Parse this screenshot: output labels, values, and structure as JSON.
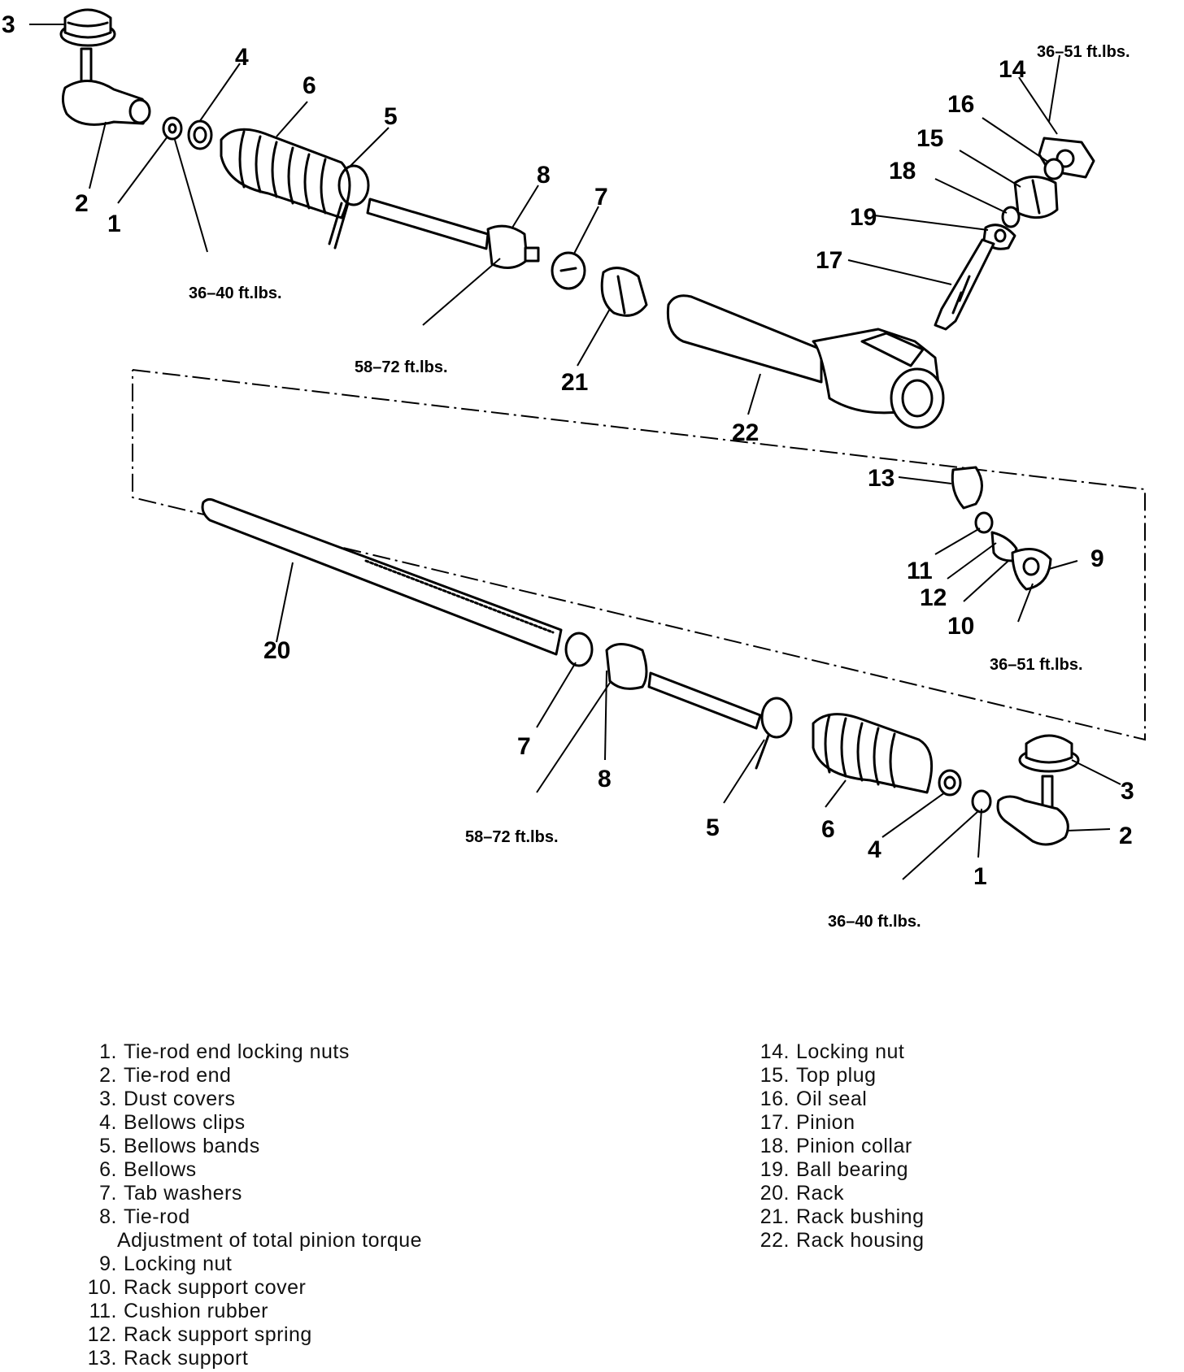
{
  "callouts": {
    "top_3": "3",
    "top_2": "2",
    "top_1": "1",
    "top_4": "4",
    "top_6": "6",
    "top_5": "5",
    "top_8": "8",
    "top_7": "7",
    "top_21": "21",
    "top_22": "22",
    "top_14": "14",
    "top_16": "16",
    "top_15": "15",
    "top_18": "18",
    "top_19": "19",
    "top_17": "17",
    "top_13": "13",
    "top_11": "11",
    "top_12": "12",
    "top_10": "10",
    "top_9": "9",
    "bot_20": "20",
    "bot_7": "7",
    "bot_8": "8",
    "bot_5": "5",
    "bot_6": "6",
    "bot_4": "4",
    "bot_1": "1",
    "bot_3": "3",
    "bot_2": "2"
  },
  "torque_specs": {
    "top_tierod_nut": "36–40 ft.lbs.",
    "top_tierod": "58–72 ft.lbs.",
    "pinion_locking_nut": "36–51 ft.lbs.",
    "rack_support_nut": "36–51 ft.lbs.",
    "bottom_tierod": "58–72 ft.lbs.",
    "bottom_tierod_nut": "36–40 ft.lbs."
  },
  "legend": {
    "left": [
      {
        "num": "1.",
        "label": "Tie-rod end locking nuts"
      },
      {
        "num": "2.",
        "label": "Tie-rod end"
      },
      {
        "num": "3.",
        "label": "Dust covers"
      },
      {
        "num": "4.",
        "label": "Bellows clips"
      },
      {
        "num": "5.",
        "label": "Bellows bands"
      },
      {
        "num": "6.",
        "label": "Bellows"
      },
      {
        "num": "7.",
        "label": "Tab washers"
      },
      {
        "num": "8.",
        "label": "Tie-rod"
      }
    ],
    "left_extra": "Adjustment of total pinion torque",
    "left_cont": [
      {
        "num": "9.",
        "label": "Locking nut"
      },
      {
        "num": "10.",
        "label": "Rack support cover"
      },
      {
        "num": "11.",
        "label": "Cushion rubber"
      },
      {
        "num": "12.",
        "label": "Rack support spring"
      },
      {
        "num": "13.",
        "label": "Rack support"
      }
    ],
    "right": [
      {
        "num": "14.",
        "label": "Locking nut"
      },
      {
        "num": "15.",
        "label": "Top plug"
      },
      {
        "num": "16.",
        "label": "Oil seal"
      },
      {
        "num": "17.",
        "label": "Pinion"
      },
      {
        "num": "18.",
        "label": "Pinion collar"
      },
      {
        "num": "19.",
        "label": "Ball bearing"
      },
      {
        "num": "20.",
        "label": "Rack"
      },
      {
        "num": "21.",
        "label": "Rack bushing"
      },
      {
        "num": "22.",
        "label": "Rack housing"
      }
    ]
  }
}
